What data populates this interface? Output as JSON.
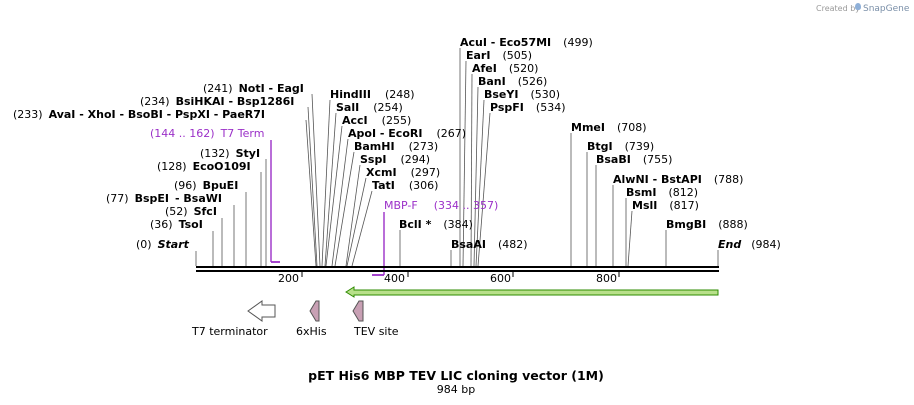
{
  "credit": {
    "prefix": "Created by",
    "brand": "SnapGene"
  },
  "map": {
    "title": "pET His6 MBP TEV LIC cloning vector (1M)",
    "length_label": "984 bp",
    "ticks": [
      "200",
      "400",
      "600",
      "800"
    ],
    "start_label": "Start",
    "start_pos": "(0)",
    "end_label": "End",
    "end_pos": "(984)"
  },
  "sites": [
    {
      "pos": "(36)",
      "names": [
        "TsoI"
      ],
      "side": "left"
    },
    {
      "pos": "(52)",
      "names": [
        "SfcI"
      ],
      "side": "left"
    },
    {
      "pos": "(77)",
      "names": [
        "BspEI",
        "BsaWI"
      ],
      "side": "left"
    },
    {
      "pos": "(96)",
      "names": [
        "BpuEI"
      ],
      "side": "left"
    },
    {
      "pos": "(128)",
      "names": [
        "EcoO109I"
      ],
      "side": "left"
    },
    {
      "pos": "(132)",
      "names": [
        "StyI"
      ],
      "side": "left"
    },
    {
      "pos": "(233)",
      "names": [
        "AvaI",
        "XhoI",
        "BsoBI",
        "PspXI",
        "PaeR7I"
      ],
      "side": "left"
    },
    {
      "pos": "(234)",
      "names": [
        "BsiHKAI",
        "Bsp1286I"
      ],
      "side": "left"
    },
    {
      "pos": "(241)",
      "names": [
        "NotI",
        "EagI"
      ],
      "side": "left"
    },
    {
      "pos": "(248)",
      "names": [
        "HindIII"
      ],
      "side": "right"
    },
    {
      "pos": "(254)",
      "names": [
        "SalI"
      ],
      "side": "right"
    },
    {
      "pos": "(255)",
      "names": [
        "AccI"
      ],
      "side": "right"
    },
    {
      "pos": "(267)",
      "names": [
        "ApoI",
        "EcoRI"
      ],
      "side": "right"
    },
    {
      "pos": "(273)",
      "names": [
        "BamHI"
      ],
      "side": "right"
    },
    {
      "pos": "(294)",
      "names": [
        "SspI"
      ],
      "side": "right"
    },
    {
      "pos": "(297)",
      "names": [
        "XcmI"
      ],
      "side": "right"
    },
    {
      "pos": "(306)",
      "names": [
        "TatI"
      ],
      "side": "right"
    },
    {
      "pos": "(384)",
      "names": [
        "BclI *"
      ],
      "side": "right"
    },
    {
      "pos": "(482)",
      "names": [
        "BsaAI"
      ],
      "side": "right"
    },
    {
      "pos": "(499)",
      "names": [
        "AcuI",
        "Eco57MI"
      ],
      "side": "right"
    },
    {
      "pos": "(505)",
      "names": [
        "EarI"
      ],
      "side": "right"
    },
    {
      "pos": "(520)",
      "names": [
        "AfeI"
      ],
      "side": "right"
    },
    {
      "pos": "(526)",
      "names": [
        "BanI"
      ],
      "side": "right"
    },
    {
      "pos": "(530)",
      "names": [
        "BseYI"
      ],
      "side": "right"
    },
    {
      "pos": "(534)",
      "names": [
        "PspFI"
      ],
      "side": "right"
    },
    {
      "pos": "(708)",
      "names": [
        "MmeI"
      ],
      "side": "right"
    },
    {
      "pos": "(739)",
      "names": [
        "BtgI"
      ],
      "side": "right"
    },
    {
      "pos": "(755)",
      "names": [
        "BsaBI"
      ],
      "side": "right"
    },
    {
      "pos": "(788)",
      "names": [
        "AlwNI",
        "BstAPI"
      ],
      "side": "right"
    },
    {
      "pos": "(812)",
      "names": [
        "BsmI"
      ],
      "side": "right"
    },
    {
      "pos": "(817)",
      "names": [
        "MslI"
      ],
      "side": "right"
    },
    {
      "pos": "(888)",
      "names": [
        "BmgBI"
      ],
      "side": "right"
    }
  ],
  "primers": [
    {
      "range": "(144 .. 162)",
      "name": "T7 Term"
    },
    {
      "name": "MBP-F",
      "range": "(334 .. 357)"
    }
  ],
  "features": [
    {
      "name": "T7 terminator",
      "color": "#ffffff"
    },
    {
      "name": "6xHis",
      "color": "#c8a0b4"
    },
    {
      "name": "TEV site",
      "color": "#c8a0b4"
    }
  ],
  "colors": {
    "primer": "#9b30c8",
    "backbone": "#000000",
    "green_feature": "#b8e08a",
    "green_stroke": "#2e8b00",
    "tag": "#c8a0b4"
  }
}
